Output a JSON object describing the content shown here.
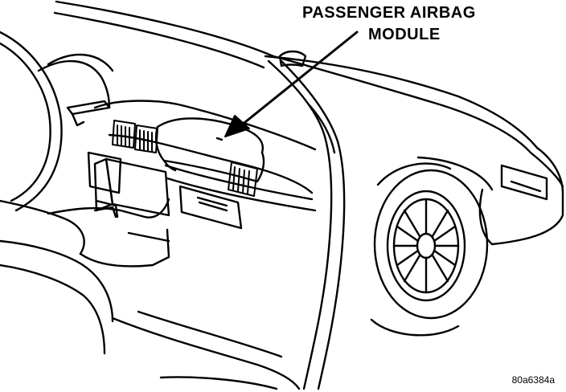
{
  "callout": {
    "line1": "PASSENGER AIRBAG",
    "line2": "MODULE"
  },
  "figure_id": "80a6384a",
  "colors": {
    "ink": "#000000",
    "paper": "#ffffff"
  }
}
